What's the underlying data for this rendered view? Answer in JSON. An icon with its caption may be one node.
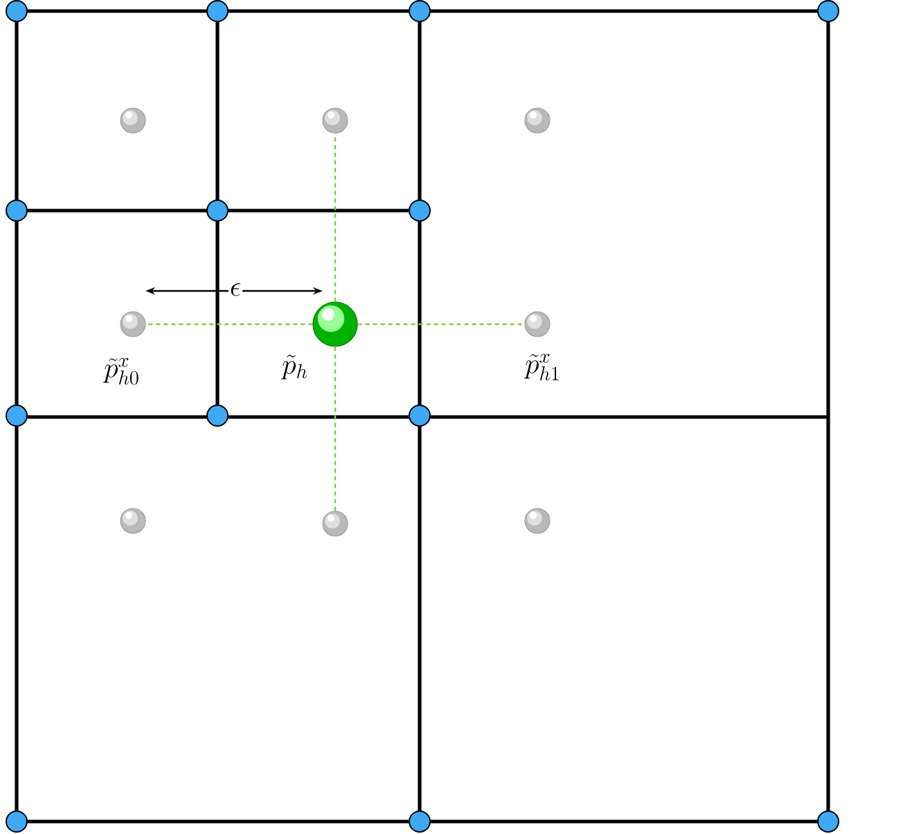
{
  "diagram": {
    "nodes": [
      {
        "text": [],
        "shape": "circle"
      },
      {
        "text": [],
        "shape": "circle"
      },
      {
        "text": [],
        "shape": "circle"
      },
      {
        "text": [
          "\\tilde{p}^{x}_{h0}"
        ]
      },
      {
        "text": [
          "\\tilde{p}_{h}"
        ]
      },
      {
        "text": [
          "\\tilde{p}^{x}_{h1}"
        ]
      },
      {
        "text": [],
        "shape": "circle"
      },
      {
        "text": [],
        "shape": "circle"
      },
      {
        "text": [],
        "shape": "circle"
      }
    ],
    "edges": [
      {
        "from": 4,
        "to": 1,
        "arrow": "none",
        "style": "dashed",
        "color": "#7ccc3c"
      },
      {
        "from": 4,
        "to": 3,
        "arrow": "none",
        "style": "dashed",
        "color": "#7ccc3c"
      },
      {
        "from": 4,
        "to": 5,
        "arrow": "none",
        "style": "dashed",
        "color": "#7ccc3c"
      },
      {
        "from": 4,
        "to": 7,
        "arrow": "none",
        "style": "dashed",
        "color": "#7ccc3c"
      }
    ],
    "labels": [
      "\\epsilon"
    ]
  }
}
